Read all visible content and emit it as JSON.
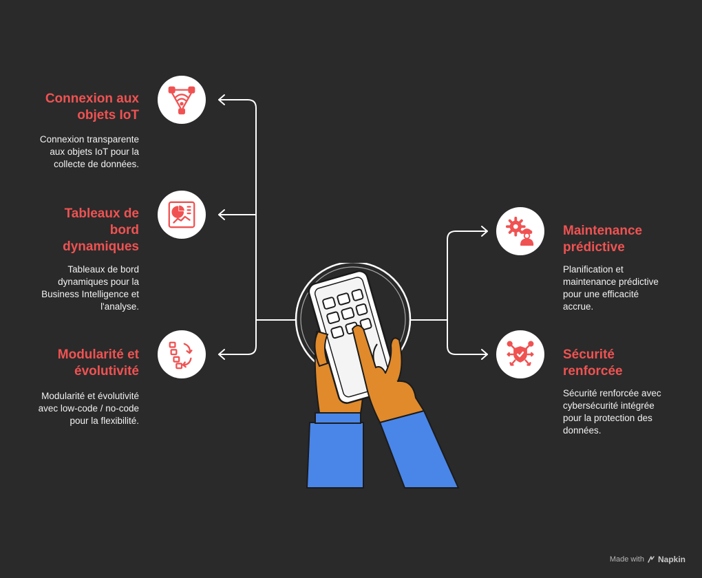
{
  "theme": {
    "background": "#2a2a2a",
    "accent": "#f05252",
    "connector": "#ffffff",
    "sleeve": "#4a86e8",
    "skin": "#e08a2c",
    "device": "#ffffff"
  },
  "items": [
    {
      "title_lines": [
        "Connexion aux",
        "objets IoT"
      ],
      "desc_lines": [
        "Connexion transparente",
        "aux objets IoT pour la",
        "collecte de données."
      ],
      "icon": "wifi-signal-icon"
    },
    {
      "title_lines": [
        "Tableaux de",
        "bord",
        "dynamiques"
      ],
      "desc_lines": [
        "Tableaux de bord",
        "dynamiques pour la",
        "Business Intelligence et",
        "l'analyse."
      ],
      "icon": "dashboard-chart-icon"
    },
    {
      "title_lines": [
        "Modularité et",
        "évolutivité"
      ],
      "desc_lines": [
        "Modularité et évolutivité",
        "avec low-code / no-code",
        "pour la flexibilité."
      ],
      "icon": "modular-blocks-icon"
    },
    {
      "title_lines": [
        "Maintenance",
        "prédictive"
      ],
      "desc_lines": [
        "Planification et",
        "maintenance prédictive",
        "pour une efficacité",
        "accrue."
      ],
      "icon": "gear-worker-icon"
    },
    {
      "title_lines": [
        "Sécurité",
        "renforcée"
      ],
      "desc_lines": [
        "Sécurité renforcée avec",
        "cybersécurité intégrée",
        "pour la protection des",
        "données."
      ],
      "icon": "shield-network-icon"
    }
  ],
  "watermark": {
    "prefix": "Made with",
    "brand": "Napkin"
  }
}
